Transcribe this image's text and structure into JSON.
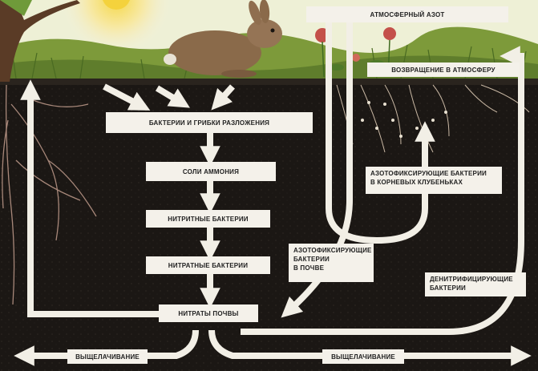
{
  "diagram": {
    "labels": {
      "atmospheric_nitrogen": "АТМОСФЕРНЫЙ АЗОТ",
      "return_to_atmosphere": "ВОЗВРАЩЕНИЕ В АТМОСФЕРУ",
      "decomposers": "БАКТЕРИИ И ГРИБКИ РАЗЛОЖЕНИЯ",
      "ammonium_salts": "СОЛИ АММОНИЯ",
      "nitrite_bacteria": "НИТРИТНЫЕ БАКТЕРИИ",
      "nitrate_bacteria": "НИТРАТНЫЕ БАКТЕРИИ",
      "soil_nitrates": "НИТРАТЫ ПОЧВЫ",
      "root_nodule_bacteria": "АЗОТОФИКСИРУЮЩИЕ БАКТЕРИИ\nВ КОРНЕВЫХ КЛУБЕНЬКАХ",
      "soil_fixing_bacteria": "АЗОТОФИКСИРУЮЩИЕ\nБАКТЕРИИ\nВ ПОЧВЕ",
      "denitrifying_bacteria": "ДЕНИТРИФИЦИРУЮЩИЕ\nБАКТЕРИИ",
      "leaching_left": "ВЫЩЕЛАЧИВАНИЕ",
      "leaching_right": "ВЫЩЕЛАЧИВАНИЕ"
    },
    "colors": {
      "soil": "#1b1714",
      "sky": "#f3f0dc",
      "grass": "#7d9a3a",
      "arrow": "#f2efe6",
      "label_bg": "#f4f1ea",
      "sun": "#f4d23c",
      "rabbit": "#8a6a4a",
      "clover": "#c4504a",
      "root": "#a8887a"
    },
    "icons": [
      "sun-icon",
      "rabbit-icon",
      "tree-icon",
      "clover-icon",
      "root-icon",
      "nodule-icon"
    ]
  }
}
